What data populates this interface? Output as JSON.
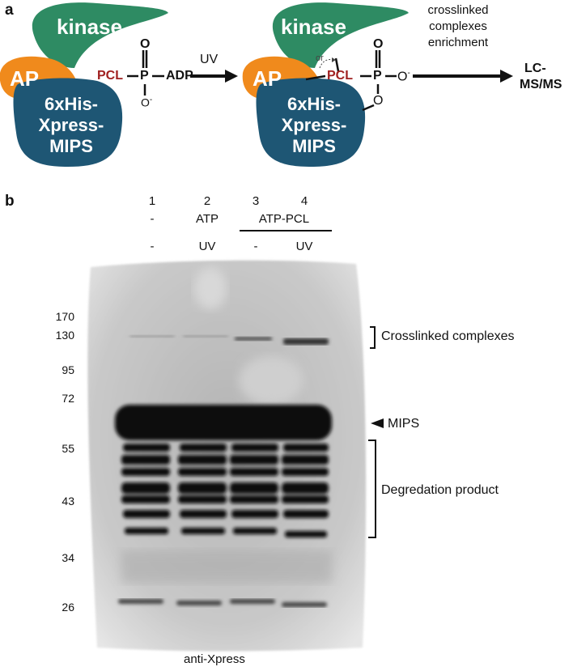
{
  "panel_a": {
    "letter": "a",
    "left_scheme": {
      "kinase": "kinase",
      "ap": "AP",
      "mips_lines": [
        "6xHis-",
        "Xpress-",
        "MIPS"
      ],
      "pcl": "PCL",
      "p": "P",
      "adp": "ADP",
      "o_top": "O",
      "o_bottom": "O",
      "o_minus": "-"
    },
    "arrow_uv": "UV",
    "right_scheme": {
      "kinase": "kinase",
      "ap": "AP",
      "mips_lines": [
        "6xHis-",
        "Xpress-",
        "MIPS"
      ],
      "pcl": "PCL",
      "p": "P",
      "o_top": "O",
      "o_right": "O",
      "o_right_minus": "-",
      "o_bottom": "O",
      "or_text": "or"
    },
    "enrichment_lines": [
      "crosslinked",
      "complexes",
      "enrichment"
    ],
    "lcms_lines": [
      "LC-",
      "MS/MS"
    ]
  },
  "panel_b": {
    "letter": "b",
    "lanes": [
      "1",
      "2",
      "3",
      "4"
    ],
    "row1": [
      "-",
      "ATP",
      "ATP-PCL"
    ],
    "row2": [
      "-",
      "UV",
      "-",
      "UV"
    ],
    "mw_markers": [
      "170",
      "130",
      "95",
      "72",
      "55",
      "43",
      "34",
      "26"
    ],
    "annotations": {
      "crosslinked": "Crosslinked complexes",
      "mips": "MIPS",
      "degradation": "Degredation product"
    },
    "antibody": "anti-Xpress"
  },
  "colors": {
    "kinase": "#2e8b63",
    "ap": "#f08a1c",
    "mips": "#1e5674",
    "pcl": "#a02020"
  }
}
